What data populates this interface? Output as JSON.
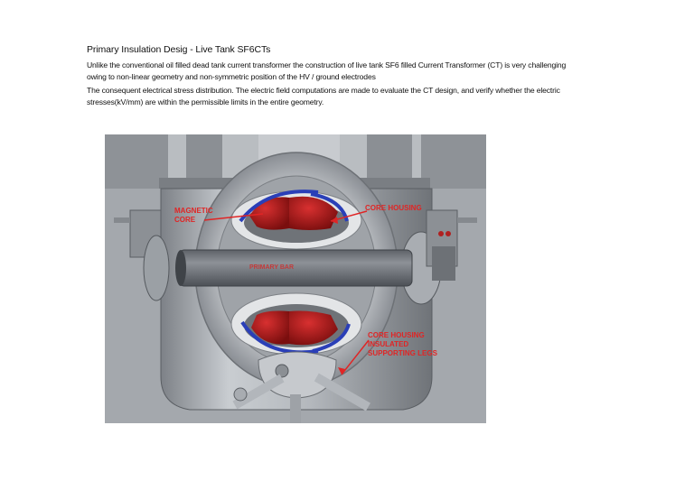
{
  "title": "Primary Insulation Desig - Live Tank SF6CTs",
  "paragraph1": "Unlike the conventional oil filled dead tank current transformer the construction of live tank SF6 filled Current Transformer (CT) is very challenging owing to non-linear geometry and non-symmetric position of the HV / ground electrodes",
  "paragraph2": "The consequent electrical stress distribution. The electric field computations are made to evaluate the CT design, and verify whether the electric stresses(kV/mm) are within the permissible limits in the entire geometry.",
  "figure": {
    "labels": {
      "magnetic_core": "MAGNETIC CORE",
      "core_housing": "CORE HOUSING",
      "primary_bar": "PRIMARY BAR",
      "supporting_legs": "CORE HOUSING INSULATED SUPPORTING LEGS"
    },
    "colors": {
      "label": "#e02525",
      "core": "#b01818",
      "winding": "#2a3fb8",
      "metal": "#b7bbc0"
    }
  }
}
